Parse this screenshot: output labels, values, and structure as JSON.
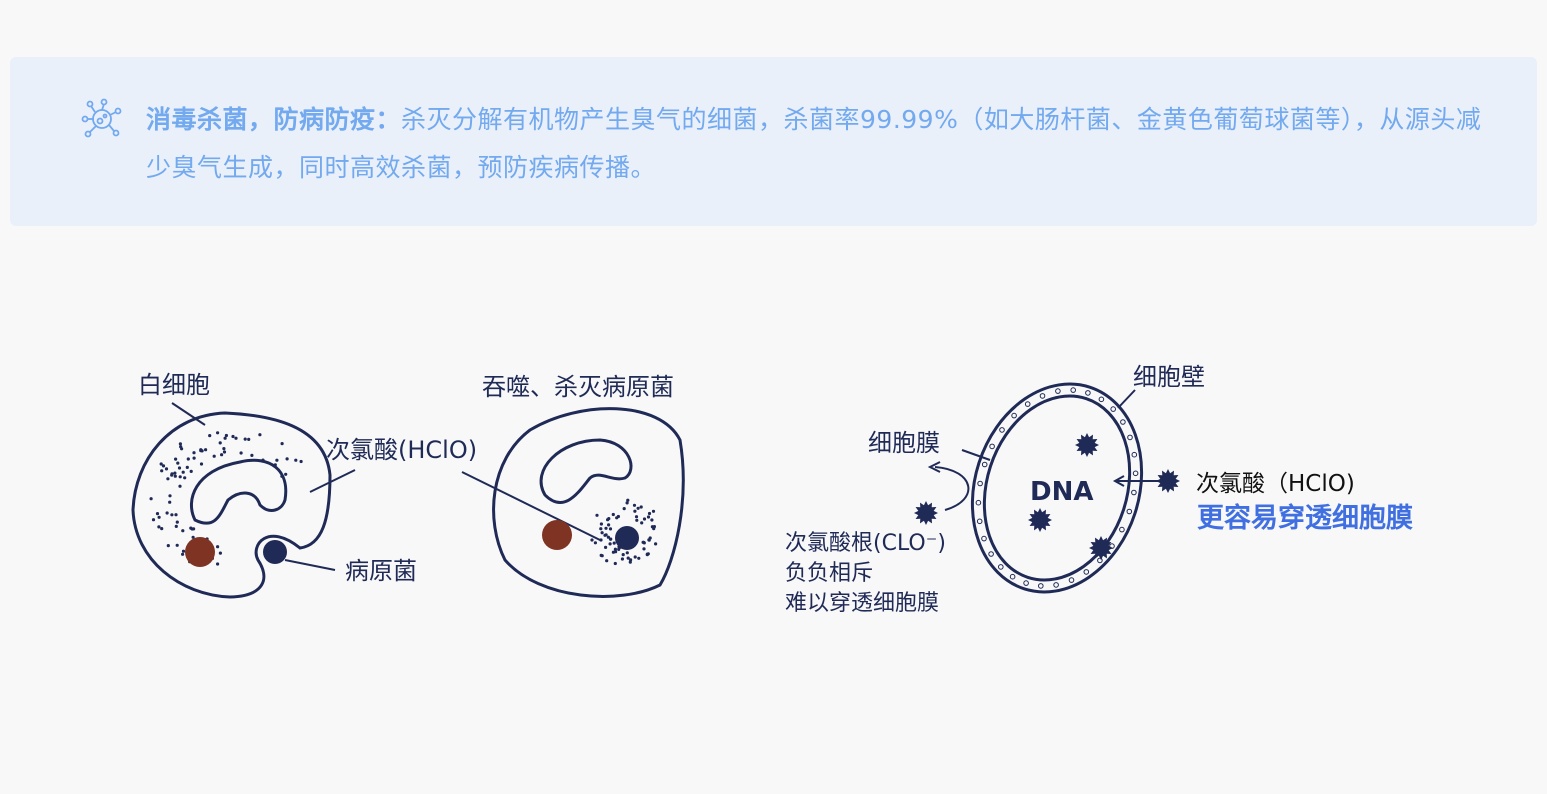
{
  "banner": {
    "icon": "bacteria-icon",
    "heading": "消毒杀菌，防病防疫：",
    "body": "杀灭分解有机物产生臭气的细菌，杀菌率99.99%（如大肠杆菌、金黄色葡萄球菌等），从源头减少臭气生成，同时高效杀菌，预防疾病传播。"
  },
  "left_diagram": {
    "white_cell_label": "白细胞",
    "hclo_label": "次氯酸(HClO)",
    "pathogen_label": "病原菌",
    "phagocytosis_label": "吞噬、杀灭病原菌"
  },
  "right_diagram": {
    "cell_wall_label": "细胞壁",
    "cell_membrane_label": "细胞膜",
    "dna_label": "DNA",
    "hclo_label": "次氯酸（HClO)",
    "hclo_note": "更容易穿透细胞膜",
    "clo_label": "次氯酸根(CLO⁻)",
    "clo_note_1": "负负相斥",
    "clo_note_2": "难以穿透细胞膜"
  },
  "colors": {
    "navy": "#1f2a56",
    "brown": "#7f3322",
    "accent": "#3f6fe0",
    "banner_text": "#72a9ef"
  }
}
